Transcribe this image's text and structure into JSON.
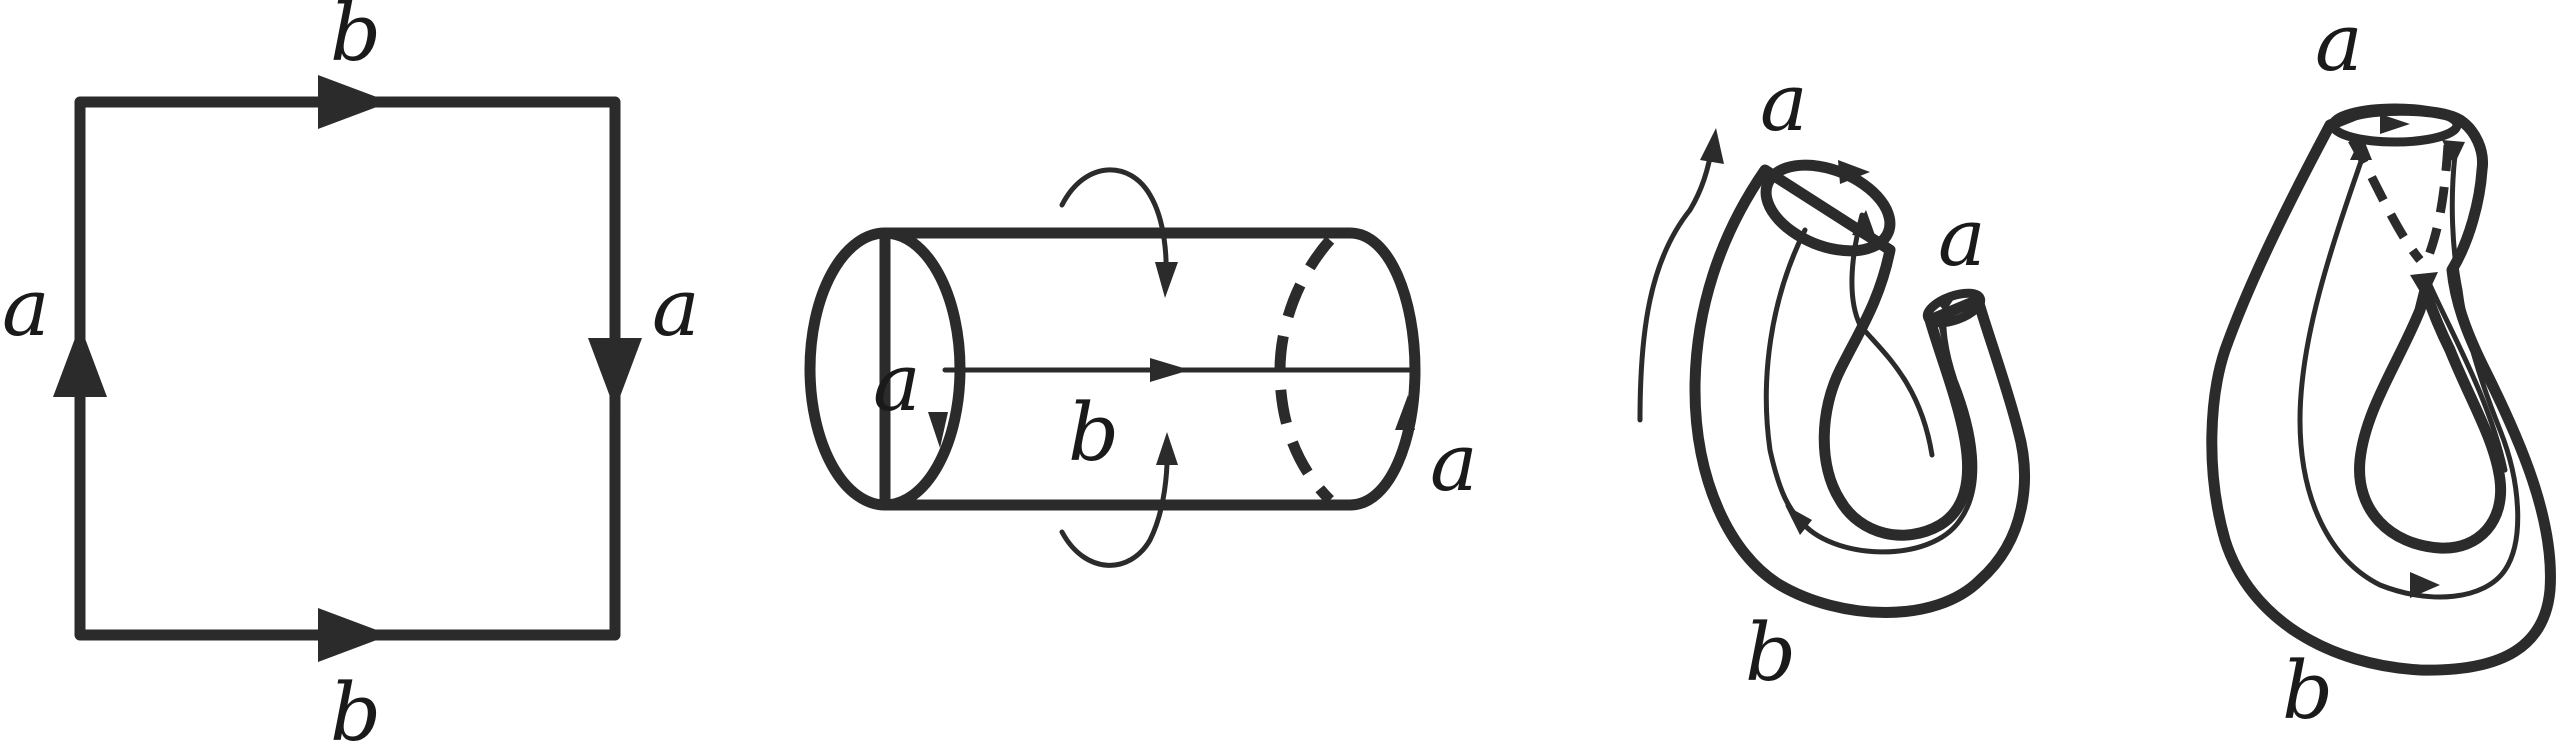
{
  "colors": {
    "light_blue": "#add8e6",
    "gray_blue": "#7f9fa6",
    "stroke": "#2b2b2b"
  },
  "square": {
    "label_top": "b",
    "label_bottom": "b",
    "label_left": "a",
    "label_right": "a"
  },
  "cylinder": {
    "label_left": "a",
    "label_middle": "b",
    "label_right": "a"
  },
  "bent_tube": {
    "label_top": "a",
    "label_right": "a",
    "label_bottom": "b"
  },
  "klein_bottle": {
    "label_top": "a",
    "label_bottom": "b"
  }
}
